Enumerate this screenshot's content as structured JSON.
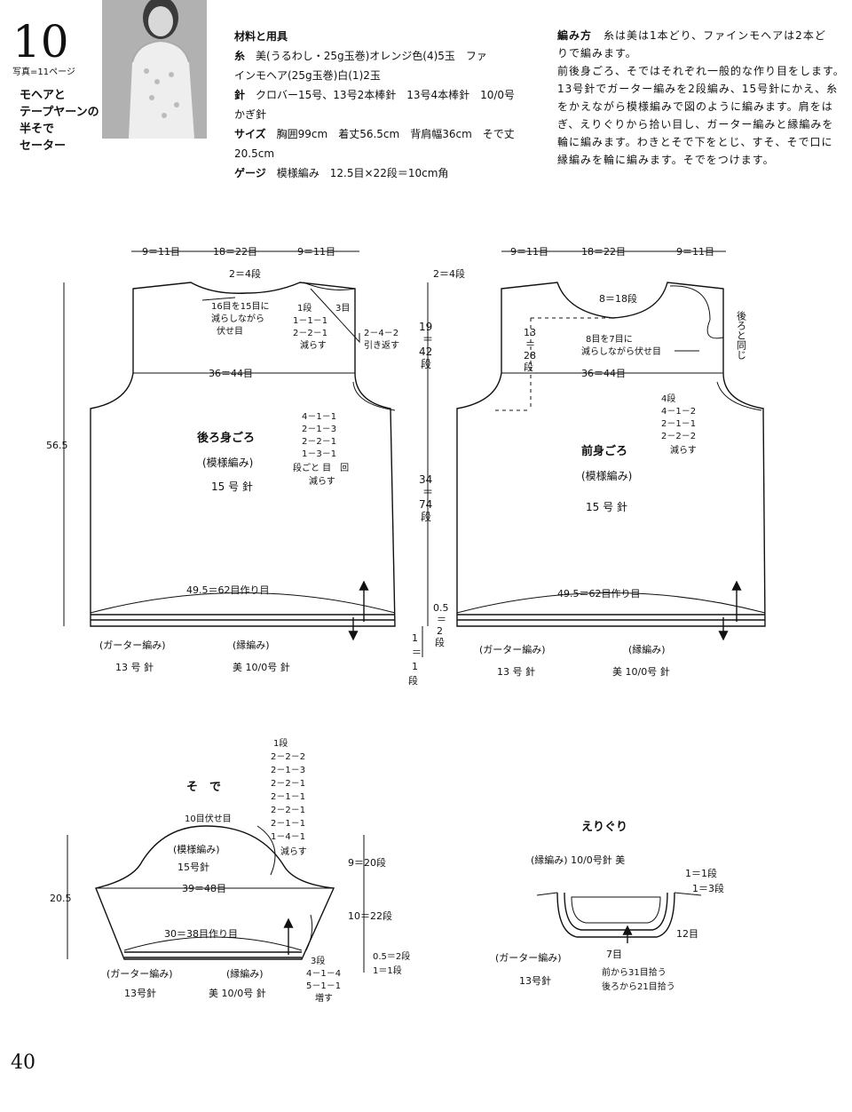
{
  "header": {
    "number": "10",
    "photo_ref": "写真=11ページ",
    "subtitle": [
      "モヘアと",
      "テープヤーンの",
      "半そで",
      "セーター"
    ]
  },
  "materials": {
    "heading": "材料と用具",
    "yarn_label": "糸",
    "yarn_text": "美(うるわし・25g玉巻)オレンジ色(4)5玉　ファ",
    "yarn_text2": "インモヘア(25g玉巻)白(1)2玉",
    "needle_label": "針",
    "needle_text": "クロバー15号、13号2本棒針　13号4本棒針　10/0号",
    "needle_text2": "かぎ針",
    "size_label": "サイズ",
    "size_text": "胸囲99cm　着丈56.5cm　背肩幅36cm　そで丈",
    "size_text2": "20.5cm",
    "gauge_label": "ゲージ",
    "gauge_text": "模様編み　12.5目×22段＝10cm角"
  },
  "method": {
    "heading": "編み方",
    "lines": [
      "糸は美は1本どり、ファインモヘアは2本ど",
      "りで編みます。",
      "前後身ごろ、そではそれぞれ一般的な作り目をします。",
      "13号針でガーター編みを2段編み、15号針にかえ、糸",
      "をかえながら模様編みで図のように編みます。肩をは",
      "ぎ、えりぐりから拾い目し、ガーター編みと縁編みを",
      "輪に編みます。わきとそで下をとじ、すそ、そで口に",
      "縁編みを輪に編みます。そでをつけます。"
    ]
  },
  "back": {
    "w_left": "9＝11目",
    "w_center": "18＝22目",
    "w_right": "9＝11目",
    "neck_depth": "2＝4段",
    "neck_decr": [
      "16目を15目に",
      "減らしながら",
      "伏せ目"
    ],
    "shoulder_rows": [
      "1段",
      "1－1－1",
      "2－2－1",
      "減らす"
    ],
    "shoulder_3": "3目",
    "shoulder_turn": [
      "2－4－2",
      "引き返す"
    ],
    "chest": "36＝44目",
    "armhole_decr": [
      "4－1－1",
      "2－1－3",
      "2－2－1",
      "1－3－1",
      "段ごと 目　回",
      "減らす"
    ],
    "title": "後ろ身ごろ",
    "pattern": "(模様編み)",
    "needle": "15 号 針",
    "cast_on": "49.5＝62目作り目",
    "height": "56.5",
    "garter": "(ガーター編み)",
    "garter_needle": "13 号 針",
    "edge": "(縁編み)",
    "edge_needle": "美 10/0号 針"
  },
  "mid_dims": {
    "top": "2＝4段",
    "armhole": [
      "19",
      "＝",
      "42",
      "段"
    ],
    "body": [
      "34",
      "＝",
      "74",
      "段"
    ],
    "hem1": [
      "0.5",
      "＝",
      "2",
      "段"
    ],
    "hem2": [
      "1",
      "＝",
      "1",
      "段"
    ]
  },
  "front": {
    "w_left": "9＝11目",
    "w_center": "18＝22目",
    "w_right": "9＝11目",
    "neck_depth": "8＝18段",
    "neck_side": [
      "13",
      "＝",
      "28",
      "段"
    ],
    "neck_decr": [
      "8目を7目に",
      "減らしながら伏せ目"
    ],
    "same_as_back": "後ろと同じ",
    "chest": "36＝44目",
    "armhole_decr": [
      "4段",
      "4－1－2",
      "2－1－1",
      "2－2－2",
      "減らす"
    ],
    "title": "前身ごろ",
    "pattern": "(模様編み)",
    "needle": "15 号 針",
    "cast_on": "49.5＝62目作り目",
    "garter": "(ガーター編み)",
    "garter_needle": "13 号 針",
    "edge": "(縁編み)",
    "edge_needle": "美 10/0号 針"
  },
  "sleeve": {
    "title": "そ　で",
    "cap_rows": [
      "1段",
      "2－2－2",
      "2－1－3",
      "2－2－1",
      "2－1－1",
      "2－2－1",
      "2－1－1",
      "1－4－1",
      "減らす"
    ],
    "bind_off": "10目伏せ目",
    "pattern": "(模様編み)",
    "needle": "15号針",
    "width": "39＝48目",
    "cast_on": "30＝38目作り目",
    "height": "20.5",
    "cap_h": "9＝20段",
    "body_h": "10＝22段",
    "hem1": "0.5＝2段",
    "hem2": "1＝1段",
    "inc": [
      "3段",
      "4－1－4",
      "5－1－1",
      "増す"
    ],
    "garter": "(ガーター編み)",
    "garter_needle": "13号針",
    "edge": "(縁編み)",
    "edge_needle": "美 10/0号 針"
  },
  "collar": {
    "title": "えりぐり",
    "edge": "(縁編み) 10/0号針 美",
    "r1": "1＝1段",
    "r2": "1＝3段",
    "st12": "12目",
    "st7": "7目",
    "garter": "(ガーター編み)",
    "garter_needle": "13号針",
    "pick1": "前から31目拾う",
    "pick2": "後ろから21目拾う"
  },
  "page_number": "40"
}
